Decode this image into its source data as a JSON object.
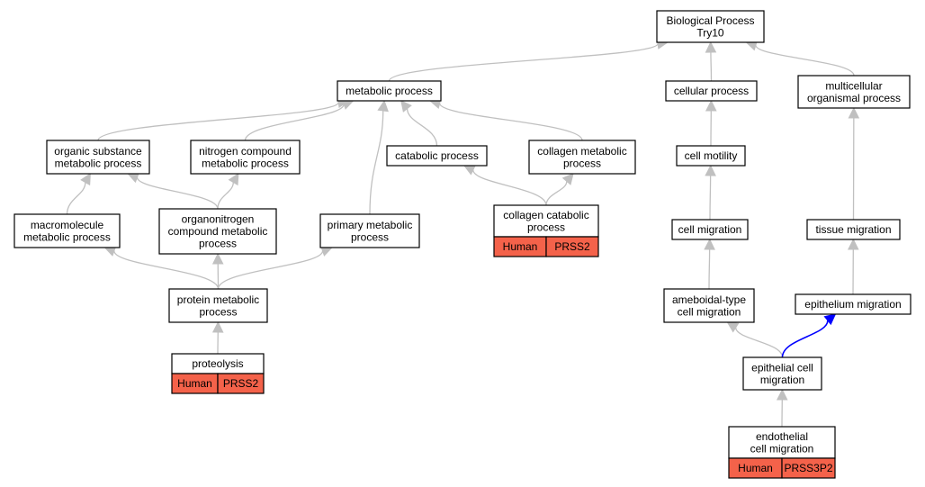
{
  "colors": {
    "gene_cell": "#f4624a",
    "edge": "#c0c0c0",
    "highlight_edge": "#0000ff",
    "node_border": "#000000",
    "node_fill": "#ffffff"
  },
  "nodes": {
    "bp_root": {
      "label": [
        "Biological Process",
        "Try10"
      ]
    },
    "metabolic_process": {
      "label": [
        "metabolic process"
      ]
    },
    "cellular_process": {
      "label": [
        "cellular process"
      ]
    },
    "multicellular_organismal_process": {
      "label": [
        "multicellular",
        "organismal process"
      ]
    },
    "organic_substance_metabolic_process": {
      "label": [
        "organic substance",
        "metabolic process"
      ]
    },
    "nitrogen_compound_metabolic_process": {
      "label": [
        "nitrogen compound",
        "metabolic process"
      ]
    },
    "catabolic_process": {
      "label": [
        "catabolic process"
      ]
    },
    "collagen_metabolic_process": {
      "label": [
        "collagen metabolic",
        "process"
      ]
    },
    "cell_motility": {
      "label": [
        "cell motility"
      ]
    },
    "macromolecule_metabolic_process": {
      "label": [
        "macromolecule",
        "metabolic process"
      ]
    },
    "organonitrogen_compound_metabolic_process": {
      "label": [
        "organonitrogen",
        "compound metabolic",
        "process"
      ]
    },
    "primary_metabolic_process": {
      "label": [
        "primary metabolic",
        "process"
      ]
    },
    "collagen_catabolic_process": {
      "label": [
        "collagen catabolic",
        "process"
      ],
      "species": "Human",
      "gene": "PRSS2"
    },
    "cell_migration": {
      "label": [
        "cell migration"
      ]
    },
    "tissue_migration": {
      "label": [
        "tissue migration"
      ]
    },
    "protein_metabolic_process": {
      "label": [
        "protein metabolic",
        "process"
      ]
    },
    "ameboidal_type_cell_migration": {
      "label": [
        "ameboidal-type",
        "cell migration"
      ]
    },
    "epithelium_migration": {
      "label": [
        "epithelium migration"
      ]
    },
    "proteolysis": {
      "label": [
        "proteolysis"
      ],
      "species": "Human",
      "gene": "PRSS2"
    },
    "epithelial_cell_migration": {
      "label": [
        "epithelial cell",
        "migration"
      ]
    },
    "endothelial_cell_migration": {
      "label": [
        "endothelial",
        "cell migration"
      ],
      "species": "Human",
      "gene": "PRSS3P2"
    }
  },
  "edges": [
    {
      "from": "metabolic_process",
      "to": "bp_root"
    },
    {
      "from": "cellular_process",
      "to": "bp_root"
    },
    {
      "from": "multicellular_organismal_process",
      "to": "bp_root"
    },
    {
      "from": "organic_substance_metabolic_process",
      "to": "metabolic_process"
    },
    {
      "from": "nitrogen_compound_metabolic_process",
      "to": "metabolic_process"
    },
    {
      "from": "primary_metabolic_process",
      "to": "metabolic_process"
    },
    {
      "from": "catabolic_process",
      "to": "metabolic_process"
    },
    {
      "from": "collagen_metabolic_process",
      "to": "metabolic_process"
    },
    {
      "from": "macromolecule_metabolic_process",
      "to": "organic_substance_metabolic_process"
    },
    {
      "from": "organonitrogen_compound_metabolic_process",
      "to": "organic_substance_metabolic_process"
    },
    {
      "from": "organonitrogen_compound_metabolic_process",
      "to": "nitrogen_compound_metabolic_process"
    },
    {
      "from": "collagen_catabolic_process",
      "to": "catabolic_process"
    },
    {
      "from": "collagen_catabolic_process",
      "to": "collagen_metabolic_process"
    },
    {
      "from": "protein_metabolic_process",
      "to": "macromolecule_metabolic_process"
    },
    {
      "from": "protein_metabolic_process",
      "to": "organonitrogen_compound_metabolic_process"
    },
    {
      "from": "protein_metabolic_process",
      "to": "primary_metabolic_process"
    },
    {
      "from": "proteolysis",
      "to": "protein_metabolic_process"
    },
    {
      "from": "cell_motility",
      "to": "cellular_process"
    },
    {
      "from": "cell_migration",
      "to": "cell_motility"
    },
    {
      "from": "ameboidal_type_cell_migration",
      "to": "cell_migration"
    },
    {
      "from": "epithelial_cell_migration",
      "to": "ameboidal_type_cell_migration"
    },
    {
      "from": "epithelial_cell_migration",
      "to": "epithelium_migration",
      "highlight": true
    },
    {
      "from": "endothelial_cell_migration",
      "to": "epithelial_cell_migration"
    },
    {
      "from": "tissue_migration",
      "to": "multicellular_organismal_process"
    },
    {
      "from": "epithelium_migration",
      "to": "tissue_migration"
    }
  ]
}
